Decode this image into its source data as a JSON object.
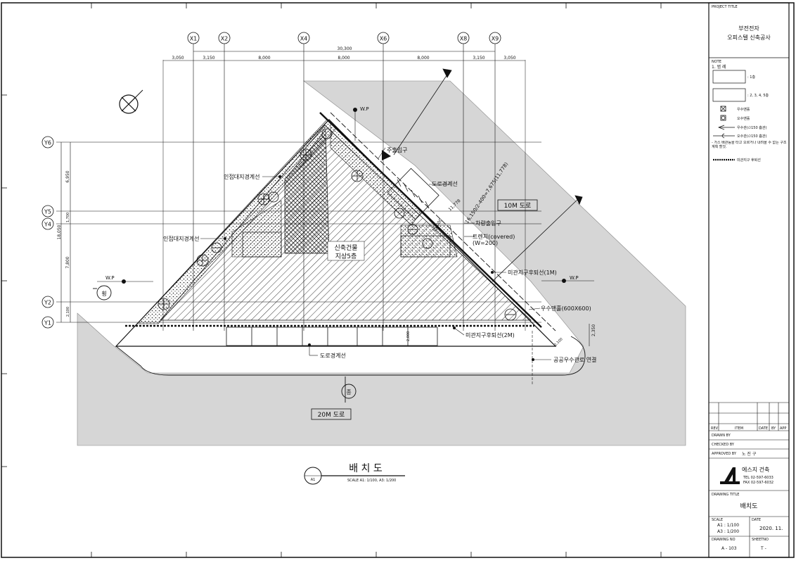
{
  "drawing": {
    "grid_x": [
      "X1",
      "X2",
      "X4",
      "X6",
      "X8",
      "X9"
    ],
    "grid_y": [
      "Y6",
      "Y5",
      "Y4",
      "Y2",
      "Y1"
    ],
    "dim_total_top": "30,300",
    "dims_top": [
      "3,050",
      "3,150",
      "8,000",
      "8,000",
      "8,000",
      "3,150",
      "3,050"
    ],
    "dims_left": [
      "6,950",
      "1,700",
      "7,800",
      "2,100"
    ],
    "dim_left_total": "18,050",
    "dim_bottom_2000": "2,000",
    "dim_right_2350": "2,350",
    "dim_diag_2100": "2,100",
    "dim_diag_top": "11,778",
    "dim_diag_right": "16,150/2-400=7,675(11,778)",
    "dim_diag_small": "15,000",
    "labels": {
      "wp_top": "W.P",
      "wp_left": "W.P",
      "wp_right": "W.P",
      "main_entrance": "주출입구",
      "road_boundary_top": "도로경계선",
      "road_10m": "10M 도로",
      "adj_boundary_1": "인접대지경계선",
      "adj_boundary_2": "인접대지경계선",
      "vehicle_entrance": "차량출입구",
      "trench": "트렌치(covered)",
      "trench_w": "(W=200)",
      "setback_1m": "미관지구후퇴선(1M)",
      "manhole": "우수맨홀(600X600)",
      "setback_2m": "미관지구후퇴선(2M)",
      "public_drain": "공공우수관로 연결",
      "road_boundary_bottom": "도로경계선",
      "road_20m": "20M 도로",
      "building_1": "신축건물",
      "building_2": "지상5층",
      "section_cross": "횡",
      "section_long": "종"
    }
  },
  "drawing_title": {
    "title": "배 치 도",
    "ref": "A1",
    "scale": "SCALE A1: 1/100, A3: 1/200"
  },
  "title_block": {
    "project_title_label": "PROJECT TITLE",
    "project_line1": "부전전자",
    "project_line2": "오피스텔 신축공사",
    "note_label": "NOTE",
    "note_legend": "1. 범  례",
    "legend_1": ": 1층",
    "legend_2": ": 2, 3, 4, 5층",
    "legend_3": "우수맨홀",
    "legend_4": "오수맨홀",
    "legend_5": "우수관(∅150 흄관)",
    "legend_6": "오수관(∅150 흄관)",
    "note_gas": "- 가스 배관등을 타고 오르거나 내려올 수 없는 구조 계획 할것.",
    "legend_7": "미관지구 후퇴선",
    "rev_headers": [
      "REV",
      "ITEM",
      "DATE",
      "BY",
      "APP"
    ],
    "drawn_by_label": "DRAWN BY",
    "checked_by_label": "CHECKED BY",
    "approved_by_label": "APPROVED BY",
    "approved_by_value": "노 진 구",
    "company": "에스지 건축",
    "tel": "TEL 02-597-6033",
    "fax": "FAX 02-597-6032",
    "drawing_title_label": "DRAWING TITLE",
    "drawing_title_value": "배치도",
    "scale_label": "SCALE",
    "scale_a1": "A1 :  1/100",
    "scale_a3": "A3 :  1/200",
    "date_label": "DATE",
    "date_value": "2020. 11.",
    "drawing_no_label": "DRAWING NO",
    "drawing_no_value": "A - 103",
    "sheet_label": "SHEETNO",
    "sheet_value": "T -"
  },
  "colors": {
    "paved_area": "#d6d6d6",
    "line": "#111111",
    "sheet": "#ffffff"
  }
}
